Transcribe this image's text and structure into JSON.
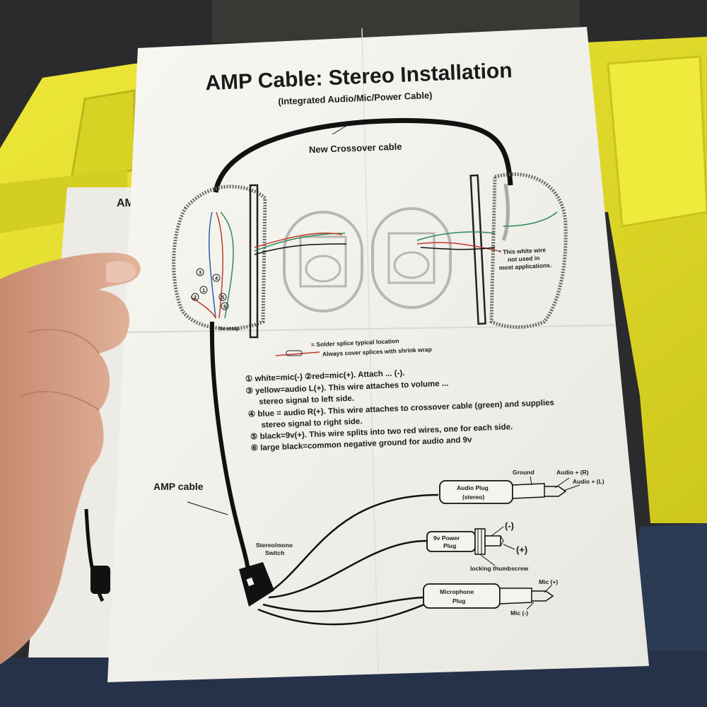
{
  "sheet": {
    "title": "AMP Cable: Stereo Installation",
    "subtitle": "(Integrated Audio/Mic/Power Cable)",
    "back_sheet_fragment": "AM"
  },
  "diagram": {
    "crossover_label": "New Crossover cable",
    "white_wire_note": [
      "* This white wire",
      "not used in",
      "most applications."
    ],
    "tie_wrap_label": "tie-wrap",
    "legend": {
      "solder_splice": "= Solder splice typical location",
      "shrink_wrap": "Always cover splices with shrink wrap"
    },
    "wire_list": [
      "① white=mic(-)  ②red=mic(+). Attach ... (-).",
      "③ yellow=audio L(+). This wire attaches to volume ...",
      "stereo signal to left side.",
      "④ blue = audio R(+). This wire attaches to crossover cable (green) and supplies",
      "stereo signal to right side.",
      "⑤ black=9v(+). This wire splits into two red wires, one for each side.",
      "⑥ large black=common negative ground for audio and 9v"
    ],
    "amp_cable_label": "AMP cable",
    "switch_label": [
      "Stereo/mono",
      "Switch"
    ],
    "audio_plug": {
      "label": [
        "Audio Plug",
        "(stereo)"
      ],
      "ground": "Ground",
      "audio_r": "Audio + (R)",
      "audio_l": "Audio + (L)"
    },
    "power_plug": {
      "label": [
        "9v Power",
        "Plug"
      ],
      "neg": "(-)",
      "pos": "(+)",
      "thumbscrew": "locking thumbscrew"
    },
    "mic_plug": {
      "label": [
        "Microphone",
        "Plug"
      ],
      "pos": "Mic (+)",
      "neg": "Mic (-)"
    },
    "markers": [
      "1",
      "2",
      "3",
      "4",
      "5",
      "6"
    ]
  },
  "colors": {
    "background": "#2b2a2c",
    "yellow_bin": "#e7e22a",
    "paper": "#f4f3ee",
    "wire_red": "#c0392b",
    "wire_green": "#2e8b57",
    "wire_blue": "#2c5fa8",
    "jeans": "#2c3b54",
    "skin": "#d49c82"
  }
}
